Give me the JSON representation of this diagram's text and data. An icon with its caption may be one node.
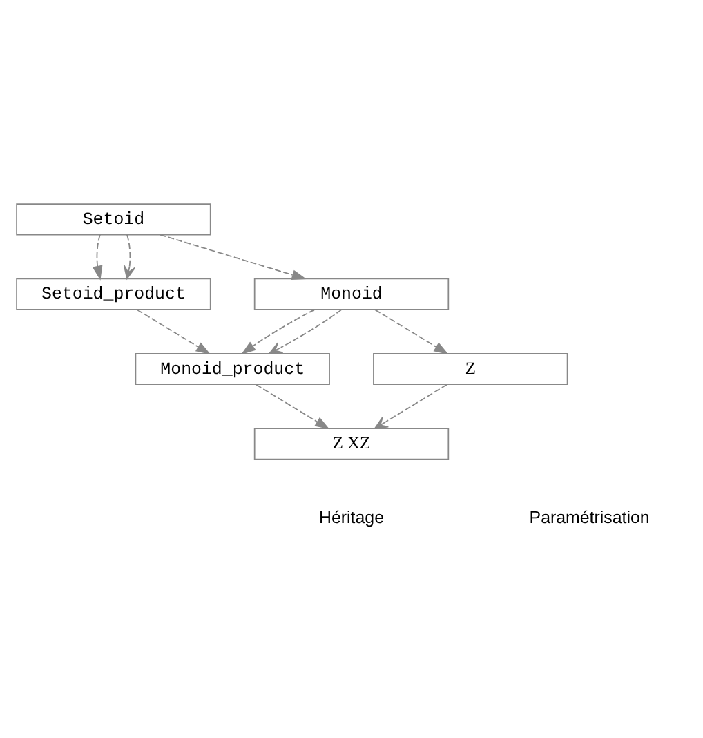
{
  "diagram": {
    "nodes": [
      {
        "text": [
          "Setoid"
        ]
      },
      {
        "text": [
          "Setoid_product"
        ]
      },
      {
        "text": [
          "Monoid"
        ]
      },
      {
        "text": [
          "Monoid_product"
        ]
      },
      {
        "text": [
          "Z"
        ]
      },
      {
        "text": [
          "Z XZ"
        ]
      }
    ],
    "edges": [
      {
        "from": 0,
        "to": 1,
        "arrow": "to",
        "style": "dashed"
      },
      {
        "from": 0,
        "to": 1,
        "arrow": "to",
        "style": "dashed"
      },
      {
        "from": 0,
        "to": 2,
        "arrow": "to",
        "style": "dashed"
      },
      {
        "from": 1,
        "to": 3,
        "arrow": "to",
        "style": "dashed"
      },
      {
        "from": 2,
        "to": 3,
        "arrow": "to",
        "style": "dashed"
      },
      {
        "from": 2,
        "to": 3,
        "arrow": "to",
        "style": "dashed"
      },
      {
        "from": 2,
        "to": 4,
        "arrow": "to",
        "style": "dashed"
      },
      {
        "from": 3,
        "to": 5,
        "arrow": "to",
        "style": "dashed"
      },
      {
        "from": 4,
        "to": 5,
        "arrow": "to",
        "style": "dashed"
      }
    ],
    "legend": [
      {
        "text": "Héritage"
      },
      {
        "text": "Paramétrisation"
      }
    ]
  }
}
